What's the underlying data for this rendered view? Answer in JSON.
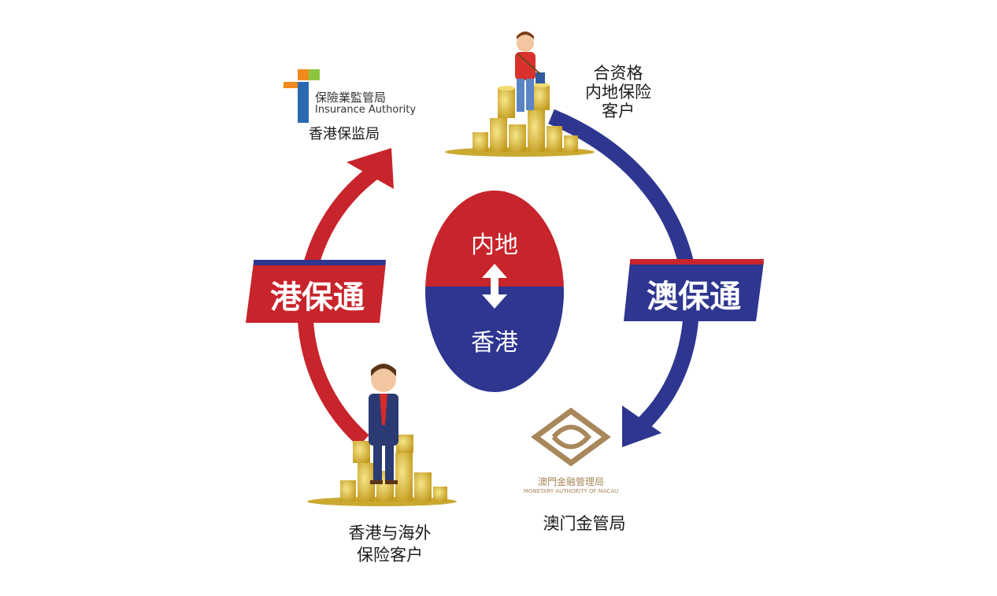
{
  "center": {
    "top_label": "内地",
    "bottom_label": "香港",
    "top_color": "#c8242b",
    "bottom_color": "#2e3690"
  },
  "left_banner": {
    "label": "港保通",
    "color": "#c8242b"
  },
  "right_banner": {
    "label": "澳保通",
    "color": "#2e3690"
  },
  "top_right_node": {
    "label_lines": [
      "合资格",
      "内地保险",
      "客户"
    ]
  },
  "top_left_node": {
    "logo_cn": "保險業監管局",
    "logo_en": "Insurance Authority",
    "label": "香港保监局"
  },
  "bottom_left_node": {
    "label_lines": [
      "香港与海外",
      "保险客户"
    ]
  },
  "bottom_right_node": {
    "logo_cn": "澳門金融管理局",
    "logo_en": "MONETARY AUTHORITY OF MACAU",
    "label": "澳门金管局"
  },
  "colors": {
    "red_arrow": "#c8242b",
    "blue_arrow": "#2e3690",
    "gold": "#d9bb3c",
    "amma_gold": "#a8875a",
    "ia_orange": "#f08a1c",
    "ia_green": "#8cc63f",
    "ia_blue": "#2a69b0"
  }
}
